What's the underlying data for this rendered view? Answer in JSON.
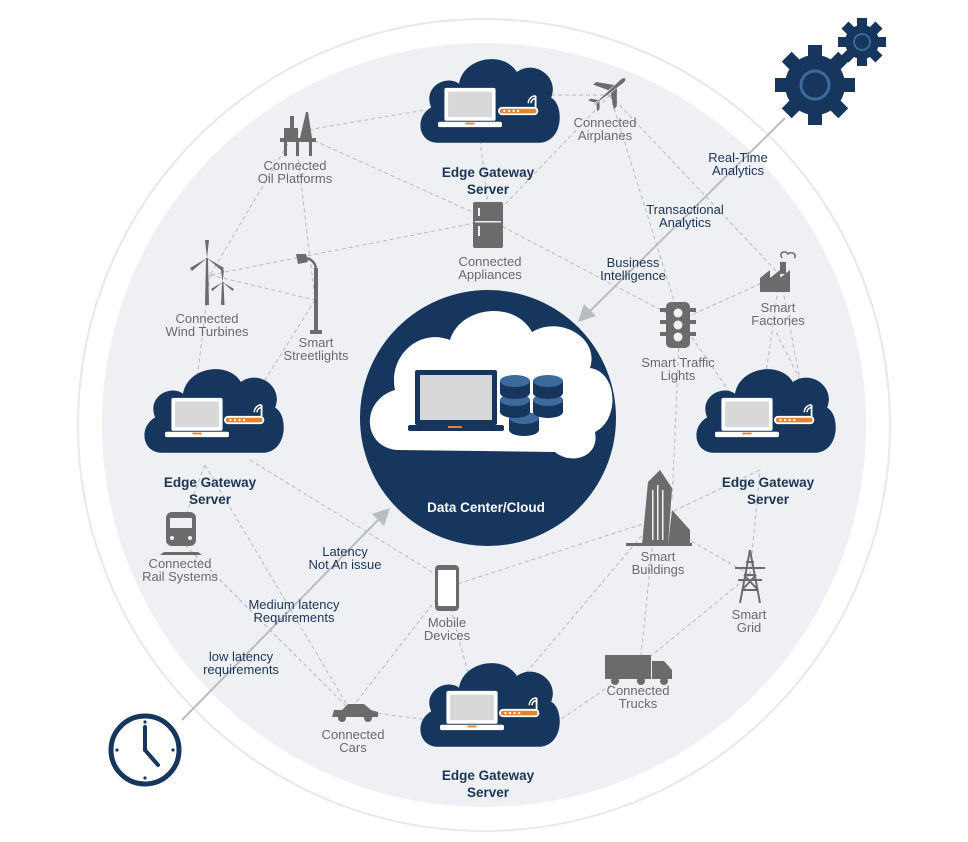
{
  "colors": {
    "navy": "#16365e",
    "text_navy": "#1c3557",
    "gray_text": "#6a6a6a",
    "icon_gray": "#6b6b6b",
    "router_orange": "#e8832a",
    "circle_bg": "#eef0f3",
    "arrow_gray": "#b9bcc1"
  },
  "center": {
    "line1": "Data Center/Cloud"
  },
  "gateways": {
    "top": {
      "line1": "Edge Gateway",
      "line2": "Server"
    },
    "left": {
      "line1": "Edge Gateway",
      "line2": "Server"
    },
    "right": {
      "line1": "Edge Gateway",
      "line2": "Server"
    },
    "bottom": {
      "line1": "Edge Gateway",
      "line2": "Server"
    }
  },
  "devices": {
    "airplanes": {
      "line1": "Connected",
      "line2": "Airplanes",
      "icon": "airplane-icon"
    },
    "oil": {
      "line1": "Connected",
      "line2": "Oil Platforms",
      "icon": "oil-platform-icon"
    },
    "appliances": {
      "line1": "Connected",
      "line2": "Appliances",
      "icon": "refrigerator-icon"
    },
    "wind": {
      "line1": "Connected",
      "line2": "Wind Turbines",
      "icon": "wind-turbine-icon"
    },
    "streetlights": {
      "line1": "Smart",
      "line2": "Streetlights",
      "icon": "streetlight-icon"
    },
    "factories": {
      "line1": "Smart",
      "line2": "Factories",
      "icon": "factory-icon"
    },
    "traffic": {
      "line1": "Smart Traffic",
      "line2": "Lights",
      "icon": "traffic-light-icon"
    },
    "rail": {
      "line1": "Connected",
      "line2": "Rail Systems",
      "icon": "train-icon"
    },
    "mobile": {
      "line1": "Mobile",
      "line2": "Devices",
      "icon": "smartphone-icon"
    },
    "buildings": {
      "line1": "Smart",
      "line2": "Buildings",
      "icon": "skyscraper-icon"
    },
    "grid": {
      "line1": "Smart",
      "line2": "Grid",
      "icon": "power-tower-icon"
    },
    "trucks": {
      "line1": "Connected",
      "line2": "Trucks",
      "icon": "truck-icon"
    },
    "cars": {
      "line1": "Connected",
      "line2": "Cars",
      "icon": "car-icon"
    }
  },
  "analytics_arrow": {
    "icon": "gears-icon",
    "realtime": {
      "line1": "Real-Time",
      "line2": "Analytics"
    },
    "transactional": {
      "line1": "Transactional",
      "line2": "Analytics"
    },
    "bi": {
      "line1": "Business",
      "line2": "Intelligence"
    }
  },
  "latency_arrow": {
    "icon": "clock-icon",
    "not_issue": {
      "line1": "Latency",
      "line2": "Not An issue"
    },
    "medium": {
      "line1": "Medium latency",
      "line2": "Requirements"
    },
    "low": {
      "line1": "low latency",
      "line2": "requirements"
    }
  }
}
